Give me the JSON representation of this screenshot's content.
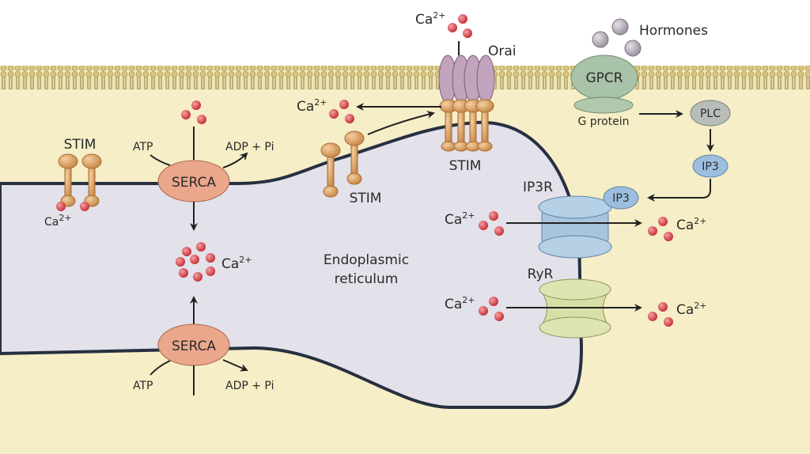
{
  "labels": {
    "ca": "Ca",
    "ca_charge": "2+",
    "orai": "Orai",
    "hormones": "Hormones",
    "gpcr": "GPCR",
    "g_protein": "G protein",
    "plc": "PLC",
    "ip3": "IP3",
    "ip3r": "IP3R",
    "ryr": "RyR",
    "stim": "STIM",
    "serca": "SERCA",
    "atp": "ATP",
    "adp_pi": "ADP + Pi",
    "er_line1": "Endoplasmic",
    "er_line2": "reticulum"
  },
  "colors": {
    "background": "#ffffff",
    "cytoplasm": "#f6eec6",
    "membrane": "#c9b777",
    "er_fill": "#e3e1ea",
    "er_outline": "#273040",
    "calcium": "#d9474d",
    "stim": "#dca060",
    "orai": "#c2a3bd",
    "gpcr": "#a9c3a8",
    "plc": "#b9bdb9",
    "ip3": "#9cbfe0",
    "ip3r": "#a9c5de",
    "ryr": "#d8dfa6",
    "serca": "#eba78c",
    "hormone": "#b9b0bb"
  }
}
